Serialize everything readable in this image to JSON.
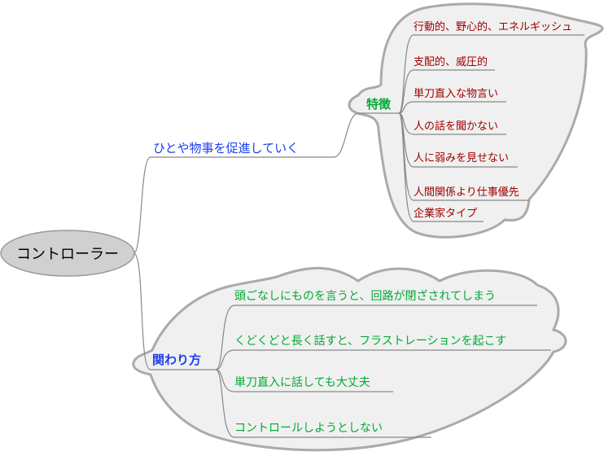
{
  "root": {
    "label": "コントローラー"
  },
  "branches": [
    {
      "label": "ひとや物事を促進していく",
      "child": {
        "label": "特徴",
        "items": [
          "行動的、野心的、エネルギッシュ",
          "支配的、威圧的",
          "単刀直入な物言い",
          "人の話を聞かない",
          "人に弱みを見せない",
          "人間関係より仕事優先",
          "企業家タイプ"
        ]
      }
    },
    {
      "label": "関わり方",
      "items": [
        "頭ごなしにものを言うと、回路が閉ざされてしまう",
        "くどくどと長く話すと、フラストレーションを起こす",
        "単刀直入に話しても大丈夫",
        "コントロールしようとしない"
      ]
    }
  ],
  "colors": {
    "feature_text": "#a00000",
    "relation_text": "#00aa33",
    "branch_text": "#1a3ff0",
    "sub_label": "#00aa33"
  }
}
